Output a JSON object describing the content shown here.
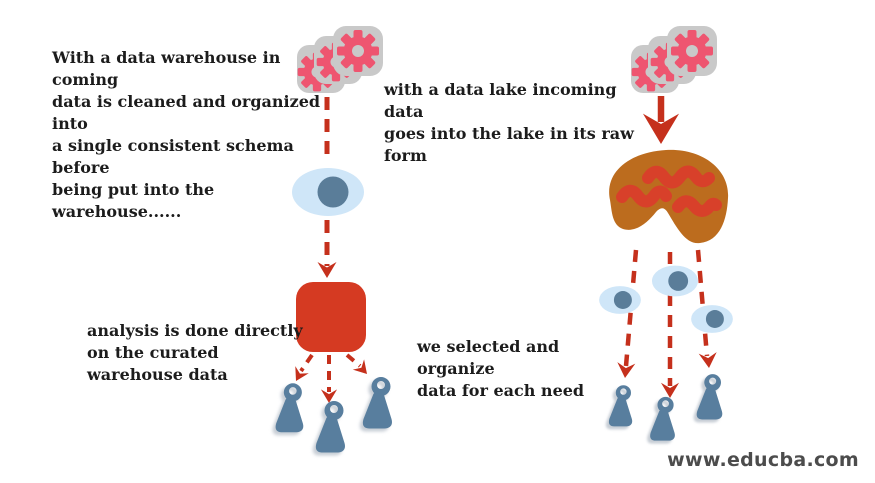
{
  "title": "Data Warehouse vs Data Lake flow diagram",
  "texts": {
    "warehouse_note": "With a data warehouse in coming\ndata is cleaned and organized into\na single consistent schema before\nbeing put into the warehouse......",
    "lake_note": "with a data lake incoming data\ngoes into the lake in its raw form",
    "analysis_note": "analysis is done directly\non the curated\nwarehouse data",
    "select_note": "we selected and organize\ndata for each need",
    "watermark": "www.educba.com"
  },
  "icons": {
    "data_sources": "gears-icon",
    "inspect": "eye-icon",
    "warehouse": "warehouse-box-icon",
    "lake": "lake-blob-icon",
    "consumer": "person-icon"
  },
  "colors": {
    "gear_pink": "#ee5570",
    "gear_tile_gray": "#c9c9c9",
    "arrow_red": "#c5301c",
    "warehouse_red": "#d53a22",
    "lake_brown": "#bc6c1e",
    "lake_wave_red": "#d8402a",
    "eye_blue": "#cfe6f8",
    "eye_pupil": "#5a7d99",
    "person_slate": "#587e9e",
    "text_black": "#1c1c1c",
    "watermark_gray": "#4c4c4c"
  }
}
